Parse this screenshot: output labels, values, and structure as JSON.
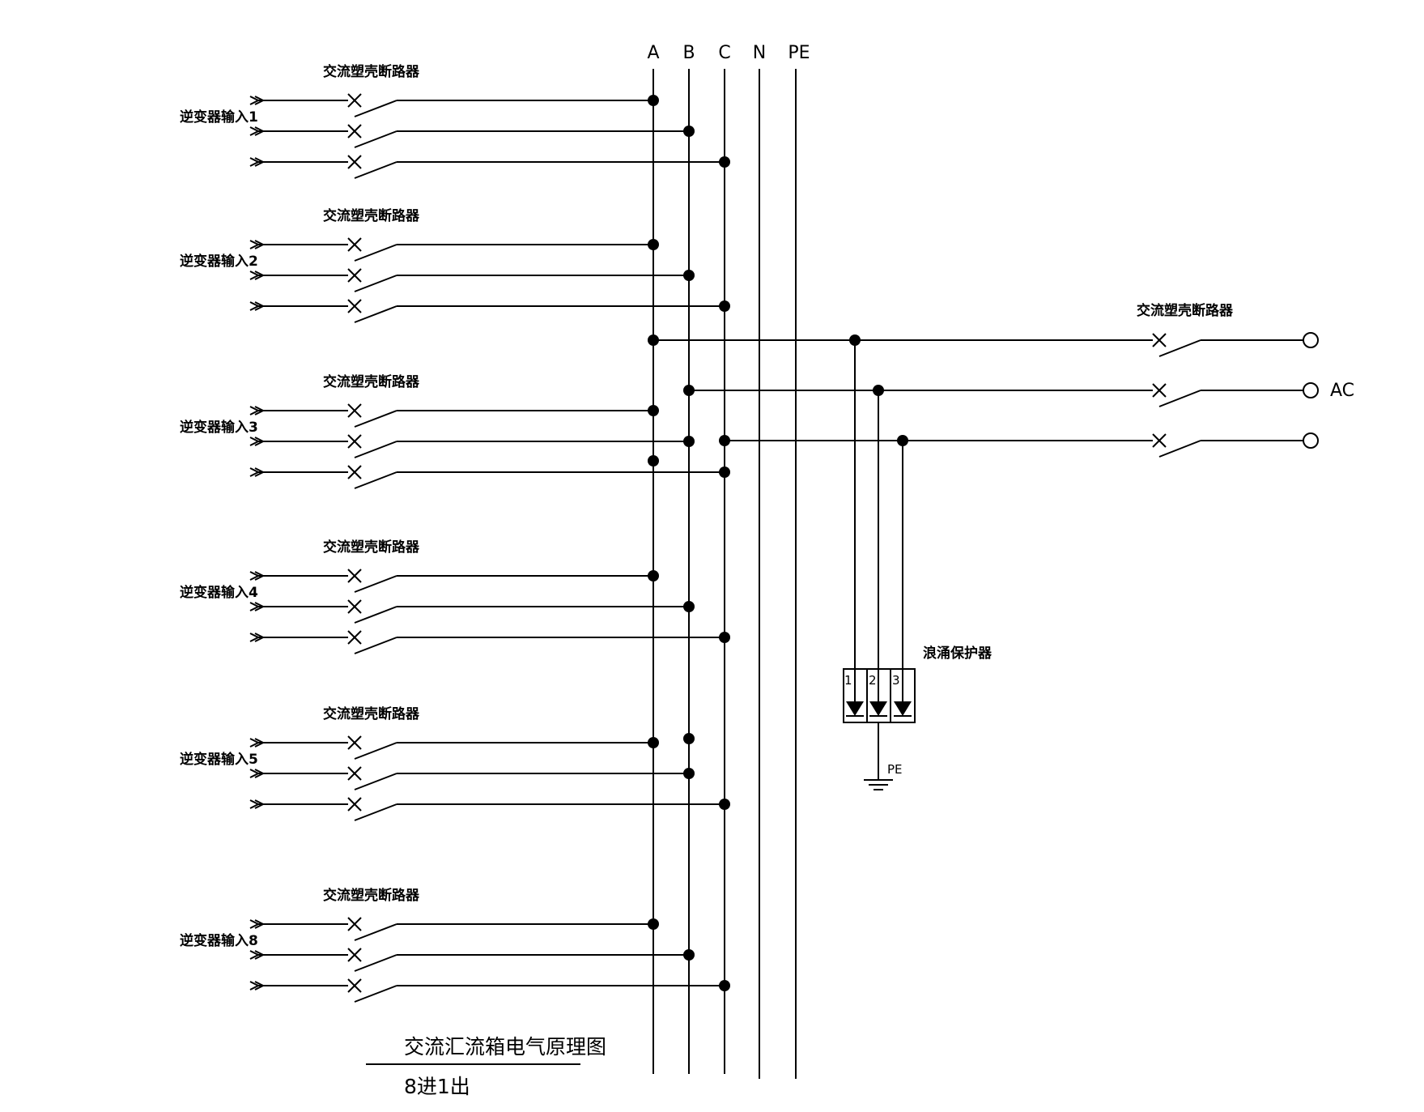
{
  "groups": [
    {
      "input_label": "逆变器输入1",
      "breaker_label": "交流塑壳断路器"
    },
    {
      "input_label": "逆变器输入2",
      "breaker_label": "交流塑壳断路器"
    },
    {
      "input_label": "逆变器输入3",
      "breaker_label": "交流塑壳断路器"
    },
    {
      "input_label": "逆变器输入4",
      "breaker_label": "交流塑壳断路器"
    },
    {
      "input_label": "逆变器输入5",
      "breaker_label": "交流塑壳断路器"
    },
    {
      "input_label": "逆变器输入8",
      "breaker_label": "交流塑壳断路器"
    }
  ],
  "buses": [
    "A",
    "B",
    "C",
    "N",
    "PE"
  ],
  "output": {
    "breaker_label": "交流塑壳断路器",
    "terminal_label": "AC"
  },
  "spd": {
    "label": "浪涌保护器",
    "terminals": [
      "1",
      "2",
      "3"
    ],
    "ground_label": "PE"
  },
  "title": "交流汇流箱电气原理图",
  "subtitle": "8进1出"
}
